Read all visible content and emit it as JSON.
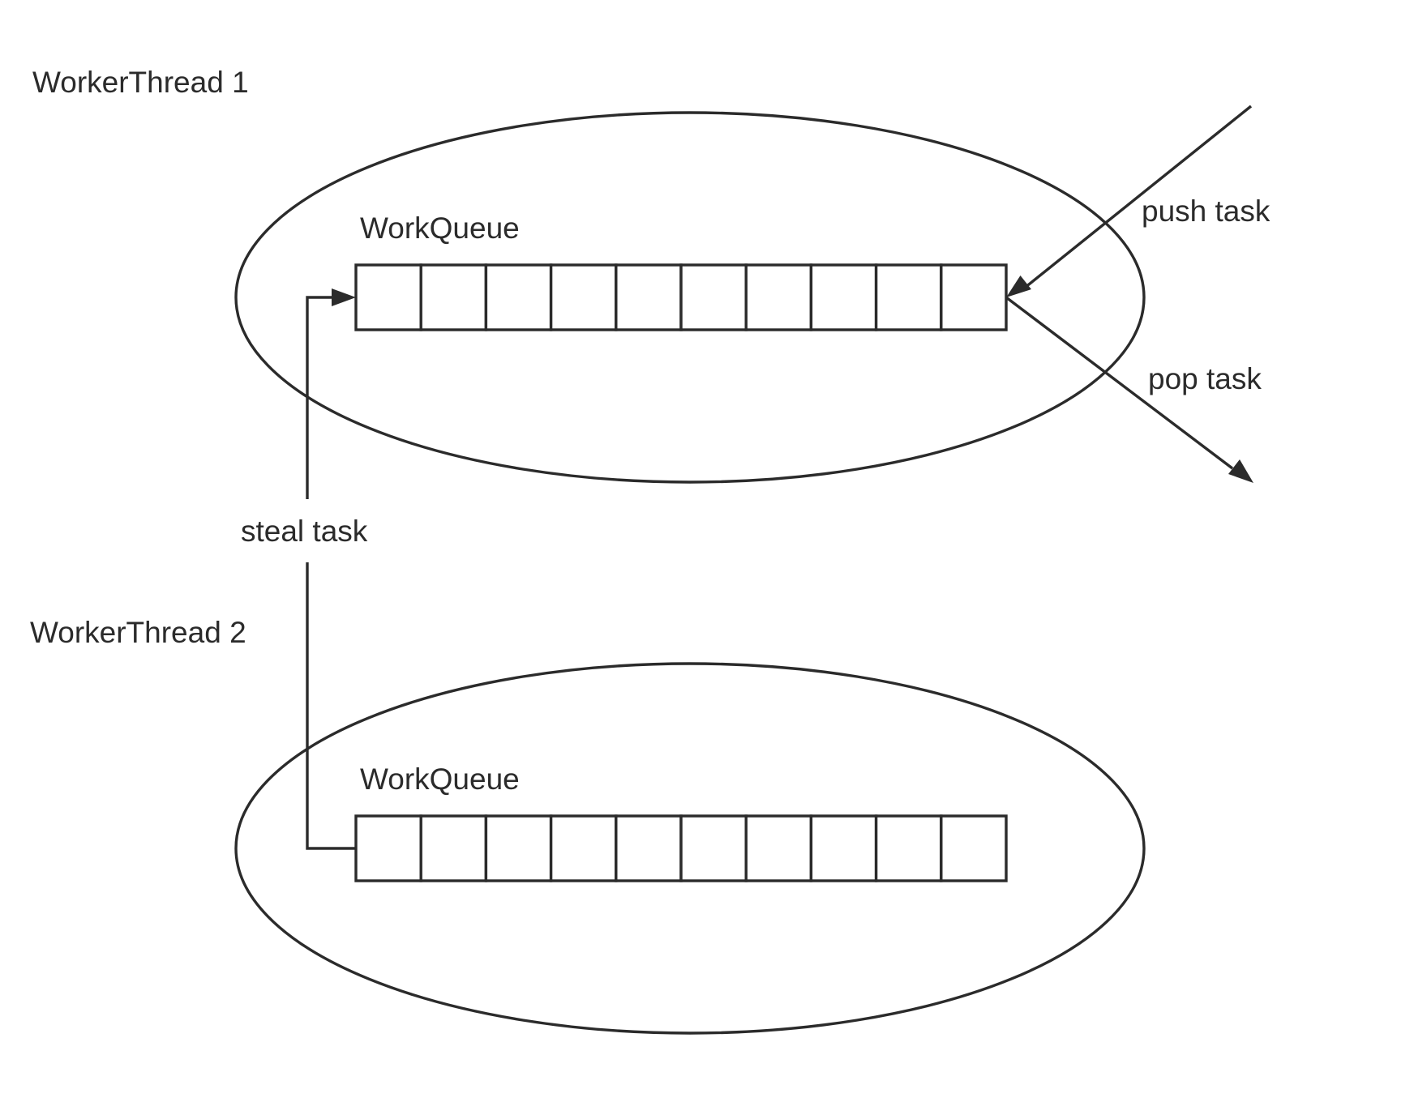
{
  "threads": [
    {
      "label": "WorkerThread 1",
      "queue_label": "WorkQueue",
      "queue_slots": 10
    },
    {
      "label": "WorkerThread 2",
      "queue_label": "WorkQueue",
      "queue_slots": 10
    }
  ],
  "operations": {
    "push": "push task",
    "pop": "pop task",
    "steal": "steal task"
  },
  "colors": {
    "stroke": "#2b2b2b",
    "background": "#ffffff"
  }
}
